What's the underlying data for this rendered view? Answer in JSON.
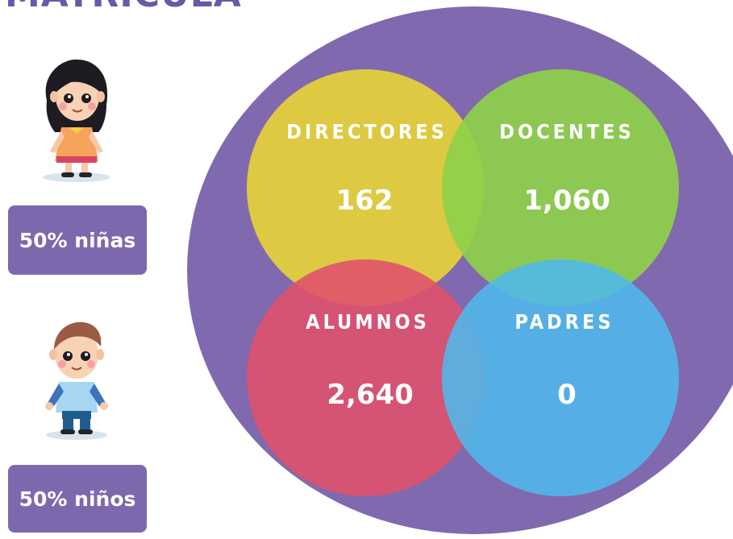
{
  "heading": {
    "text": "MATRÍCULA",
    "color": "#6a58a8"
  },
  "venn": {
    "outer_color": "#8069ae",
    "sets": [
      {
        "label": "DIRECTORES",
        "count": "162",
        "color": "#e5d138"
      },
      {
        "label": "DOCENTES",
        "count": "1,060",
        "color": "#8ed04a"
      },
      {
        "label": "ALUMNOS",
        "count": "2,640",
        "color": "#e0506b"
      },
      {
        "label": "PADRES",
        "count": "0",
        "color": "#4fb8ec"
      }
    ]
  },
  "gender": {
    "girls": {
      "label": "50% niñas",
      "icon": "girl-icon"
    },
    "boys": {
      "label": "50% niños",
      "icon": "boy-icon"
    }
  }
}
